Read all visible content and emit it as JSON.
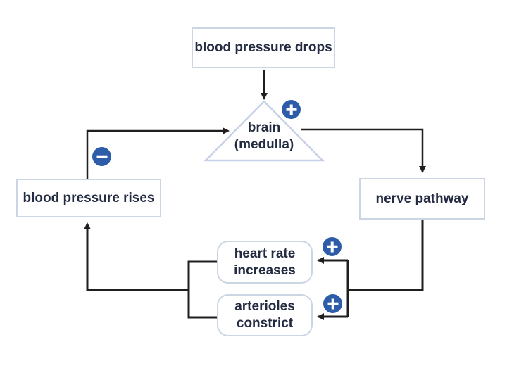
{
  "diagram": {
    "description": "Negative feedback loop showing regulation of blood pressure",
    "nodes": {
      "bp_drops": {
        "label": "blood pressure drops",
        "shape": "rectangle"
      },
      "brain": {
        "label_line1": "brain",
        "label_line2": "(medulla)",
        "shape": "triangle"
      },
      "bp_rises": {
        "label": "blood pressure rises",
        "shape": "rectangle"
      },
      "nerve": {
        "label": "nerve pathway",
        "shape": "rectangle"
      },
      "heart": {
        "label_line1": "heart rate",
        "label_line2": "increases",
        "shape": "rounded-rectangle"
      },
      "arterioles": {
        "label_line1": "arterioles",
        "label_line2": "constrict",
        "shape": "rounded-rectangle"
      }
    },
    "badges": [
      {
        "id": "brain-input-sign",
        "sign": "plus"
      },
      {
        "id": "bp-rises-feedback-sign",
        "sign": "minus"
      },
      {
        "id": "heart-rate-sign",
        "sign": "plus"
      },
      {
        "id": "arterioles-sign",
        "sign": "plus"
      }
    ],
    "edges": [
      {
        "from": "blood pressure drops",
        "to": "brain (medulla)",
        "sign": "plus"
      },
      {
        "from": "brain (medulla)",
        "to": "nerve pathway",
        "sign": null
      },
      {
        "from": "nerve pathway",
        "to": "heart rate increases",
        "sign": "plus"
      },
      {
        "from": "nerve pathway",
        "to": "arterioles constrict",
        "sign": "plus"
      },
      {
        "from": "heart rate increases",
        "to": "blood pressure rises",
        "sign": null
      },
      {
        "from": "arterioles constrict",
        "to": "blood pressure rises",
        "sign": null
      },
      {
        "from": "blood pressure rises",
        "to": "brain (medulla)",
        "sign": "minus"
      }
    ],
    "colors": {
      "background": "#ffffff",
      "box_border": "#ccd5e3",
      "line": "#1f1f1f",
      "badge_blue": "#2d5ca9",
      "text": "#232b42"
    }
  }
}
